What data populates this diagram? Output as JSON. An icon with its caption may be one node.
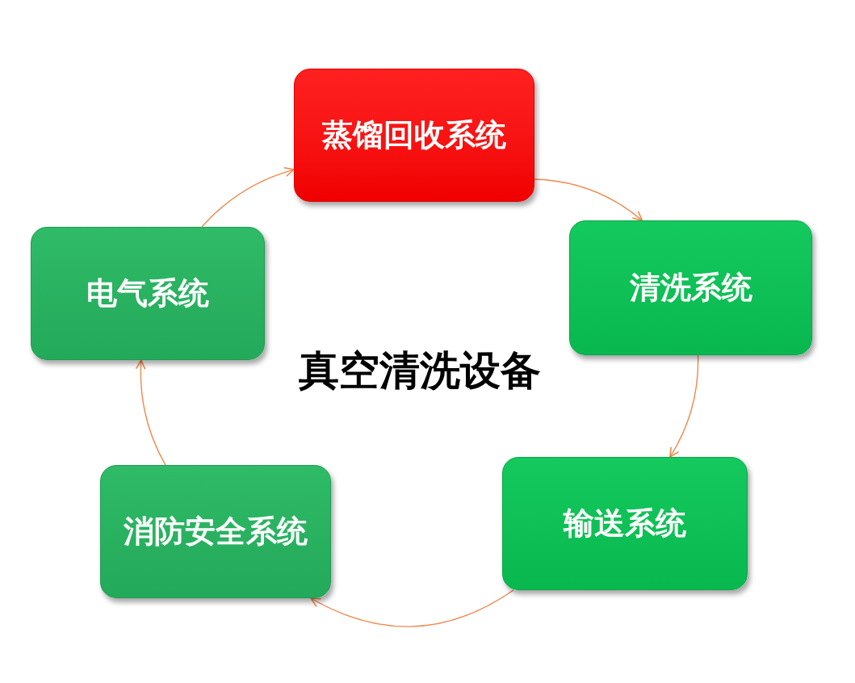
{
  "diagram": {
    "title": "真空清洗设备",
    "nodes": [
      {
        "text": [
          "蒸馏回收系统"
        ]
      },
      {
        "text": [
          "清洗系统"
        ]
      },
      {
        "text": [
          "输送系统"
        ]
      },
      {
        "text": [
          "消防安全系统"
        ]
      },
      {
        "text": [
          "电气系统"
        ]
      }
    ],
    "edges": [
      {
        "from": 0,
        "to": 1,
        "arrow": "to"
      },
      {
        "from": 1,
        "to": 2,
        "arrow": "to"
      },
      {
        "from": 2,
        "to": 3,
        "arrow": "to"
      },
      {
        "from": 3,
        "to": 4,
        "arrow": "to"
      },
      {
        "from": 4,
        "to": 0,
        "arrow": "to"
      }
    ]
  }
}
